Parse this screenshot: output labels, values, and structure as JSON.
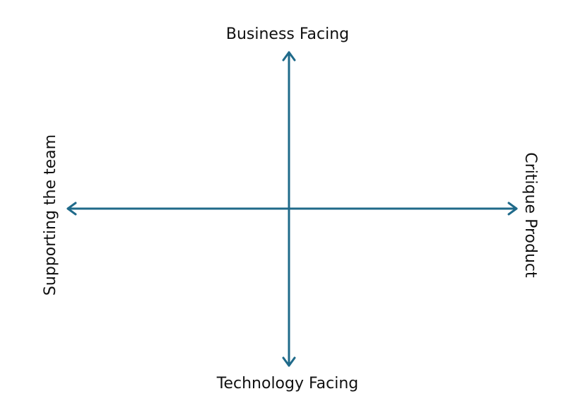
{
  "diagram": {
    "type": "quadrant-axes",
    "axis_color": "#1F6A8A",
    "labels": {
      "top": "Business Facing",
      "bottom": "Technology Facing",
      "left": "Supporting the team",
      "right": "Critique Product"
    }
  }
}
